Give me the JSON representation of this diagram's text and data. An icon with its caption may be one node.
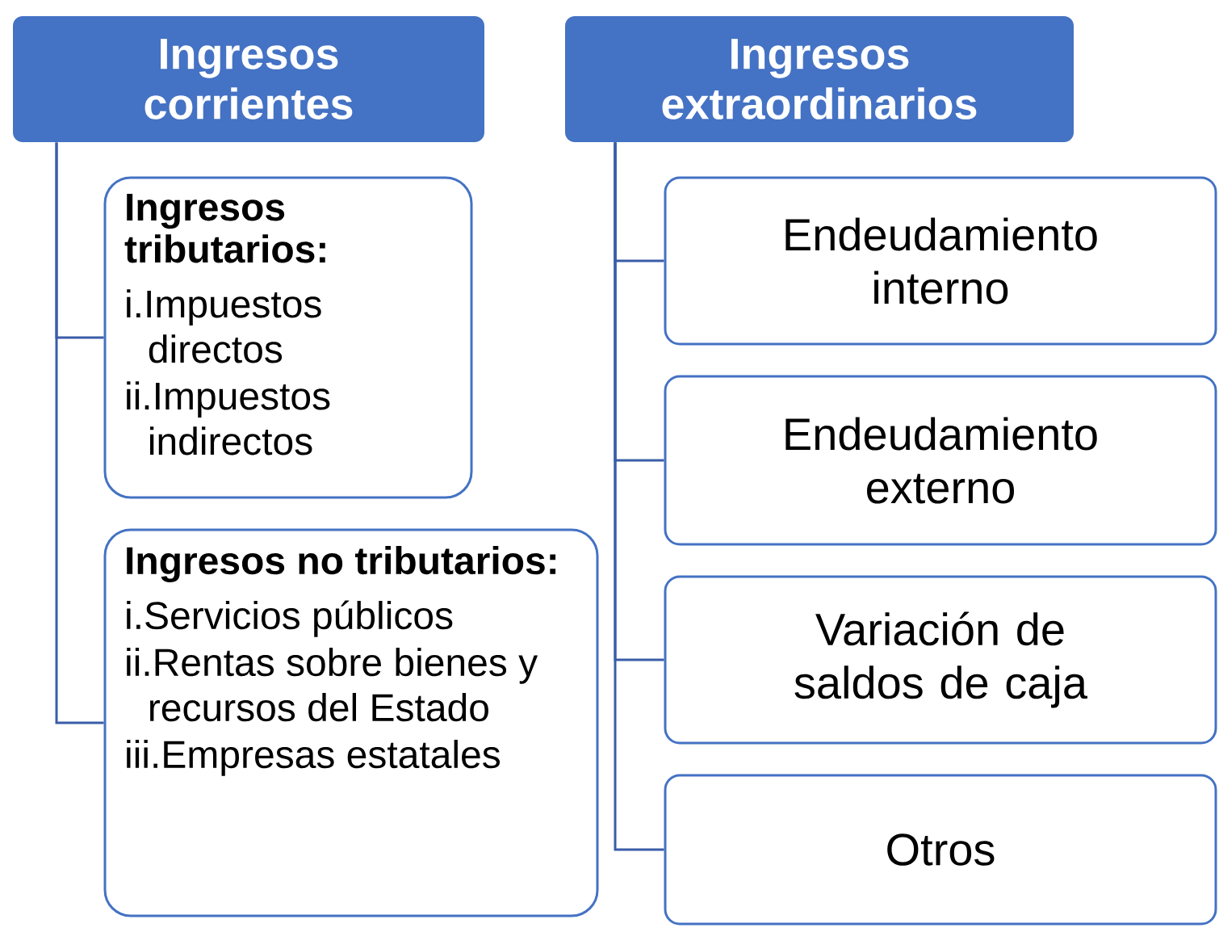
{
  "diagram": {
    "nodes": [
      {
        "text": [
          "Ingresos corrientes"
        ]
      },
      {
        "text": [
          "Ingresos tributarios:",
          "i.Impuestos directos",
          "ii.Impuestos indirectos"
        ]
      },
      {
        "text": [
          "Ingresos no tributarios:",
          "i.Servicios públicos",
          "ii.Rentas sobre bienes y recursos del Estado",
          "iii.Empresas estatales"
        ]
      },
      {
        "text": [
          "Ingresos extraordinarios"
        ]
      },
      {
        "text": [
          "Endeudamiento interno"
        ]
      },
      {
        "text": [
          "Endeudamiento externo"
        ]
      },
      {
        "text": [
          "Variación de saldos de caja"
        ]
      },
      {
        "text": [
          "Otros"
        ]
      }
    ],
    "edges": [
      {
        "from": 0,
        "to": 1,
        "arrow": "none"
      },
      {
        "from": 0,
        "to": 2,
        "arrow": "none"
      },
      {
        "from": 3,
        "to": 4,
        "arrow": "none"
      },
      {
        "from": 3,
        "to": 5,
        "arrow": "none"
      },
      {
        "from": 3,
        "to": 6,
        "arrow": "none"
      },
      {
        "from": 3,
        "to": 7,
        "arrow": "none"
      }
    ]
  }
}
